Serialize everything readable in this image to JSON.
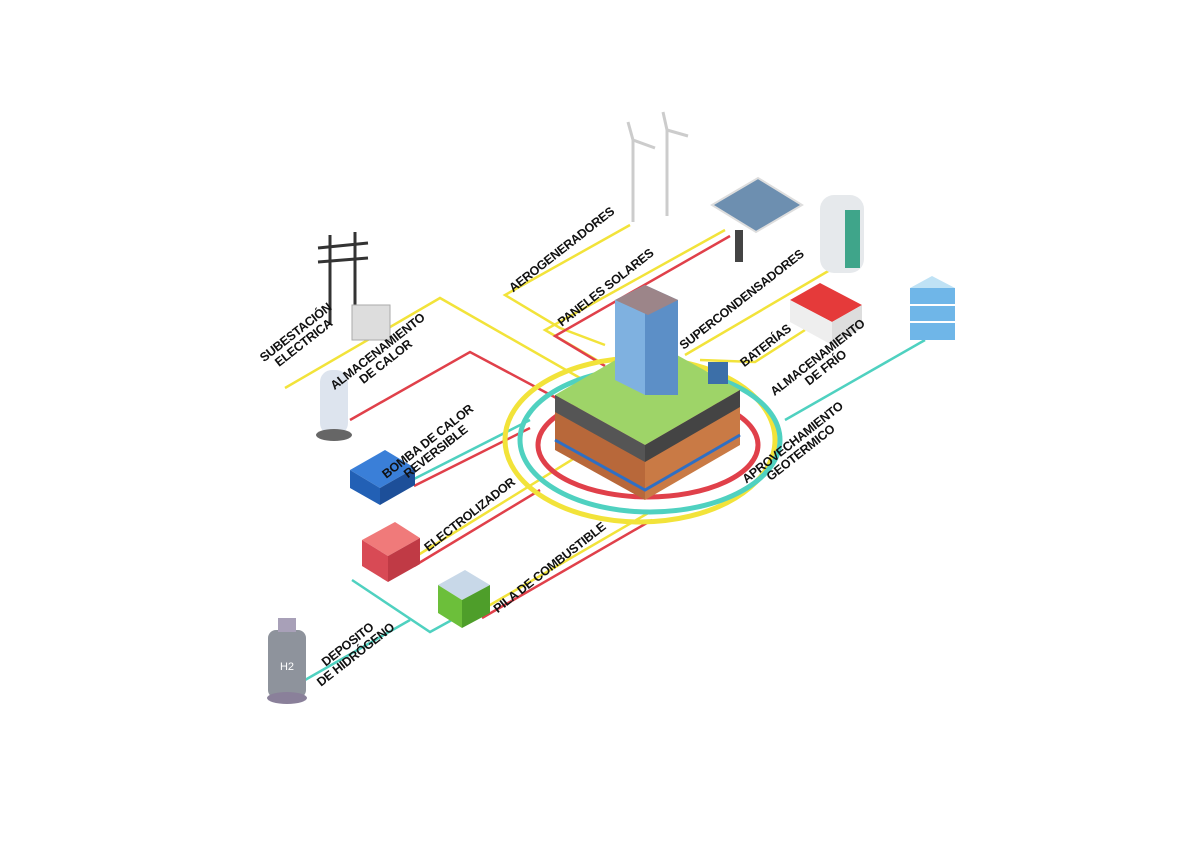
{
  "colors": {
    "electric": "#f2e33a",
    "heat": "#e0404a",
    "cold": "#4fd1c0"
  },
  "labels": {
    "substation": [
      "SUBESTACIÓN",
      "ELECTRICA"
    ],
    "heat_storage": [
      "ALMACENAMIENTO",
      "DE CALOR"
    ],
    "heat_pump": [
      "BOMBA DE CALOR",
      "REVERSIBLE"
    ],
    "electrolyzer": "ELECTROLIZADOR",
    "fuel_cell": "PILA DE COMBUSTIBLE",
    "hydrogen_tank": [
      "DEPOSITO",
      "DE HIDRÓGENO"
    ],
    "wind": "AEROGENERADORES",
    "solar": "PANELES SOLARES",
    "supercaps": "SUPERCONDENSADORES",
    "batteries": "BATERÍAS",
    "cold_storage": [
      "ALMACENAMIENTO",
      "DE FRÍO"
    ],
    "geothermal": [
      "APROVECHAMIENTO",
      "GEOTERMICO"
    ]
  },
  "tank_text": "H2"
}
